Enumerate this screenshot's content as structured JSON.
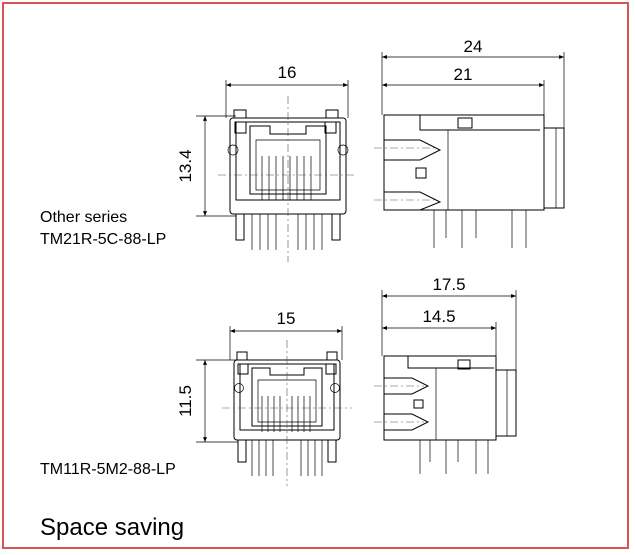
{
  "diagram": {
    "colors": {
      "frame": "#d9534f",
      "ink": "#000000"
    },
    "top_connector": {
      "series_line1": "Other series",
      "series_line2": "TM21R-5C-88-LP",
      "front_width": "16",
      "front_height": "13.4",
      "side_overall": "24",
      "side_body": "21"
    },
    "bottom_connector": {
      "series_line1": "TM11R-5M2-88-LP",
      "front_width": "15",
      "front_height": "11.5",
      "side_overall": "17.5",
      "side_body": "14.5"
    },
    "caption": "Space saving"
  }
}
